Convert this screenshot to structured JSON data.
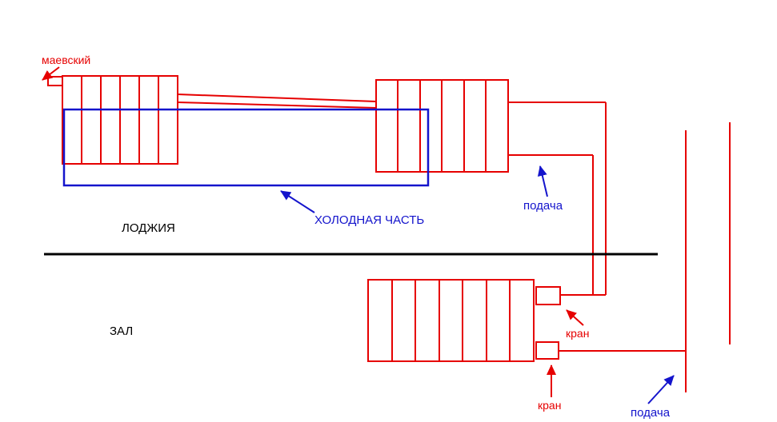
{
  "labels": {
    "mayevsky": "маевский",
    "cold_part": "ХОЛОДНАЯ ЧАСТЬ",
    "loggia": "ЛОДЖИЯ",
    "hall": "ЗАЛ",
    "supply_top": "подача",
    "supply_bottom": "подача",
    "valve_top": "кран",
    "valve_bottom": "кран"
  },
  "colors": {
    "red": "#e60000",
    "blue": "#1414cc",
    "black": "#000000",
    "background": "#ffffff"
  }
}
